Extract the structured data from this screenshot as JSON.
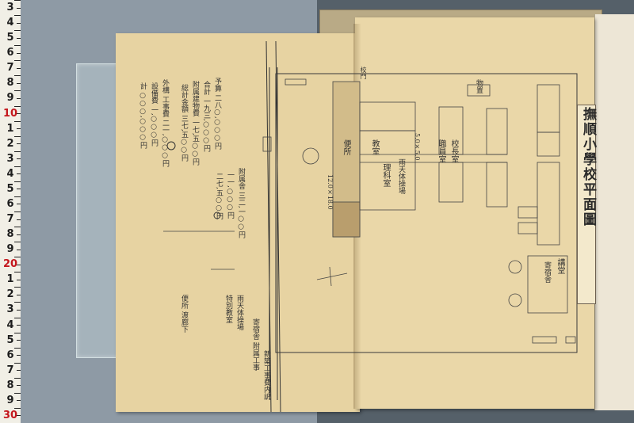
{
  "ruler": {
    "numbers": [
      "3",
      "4",
      "5",
      "6",
      "7",
      "8",
      "9",
      "10",
      "1",
      "2",
      "3",
      "4",
      "5",
      "6",
      "7",
      "8",
      "9",
      "20",
      "1",
      "2",
      "3",
      "4",
      "5",
      "6",
      "7",
      "8",
      "9",
      "30"
    ]
  },
  "document": {
    "title": "撫順小學校平面圖",
    "left_page": {
      "col1": "予算  二八○,○○○円",
      "col2": "合計  一九三,○○○円",
      "col3": "附属建物費  一七,五○○円",
      "col4": "総計金額  三七,五○○円",
      "col5": "外構  工事費  二一,○○○円",
      "col6": "設備費  一,○○○円",
      "col7": "計  ○○○,○○○円",
      "col8": "附属舎  三二,一○○円",
      "col9": "一一,○○○円",
      "col10": "二七,五○○円",
      "col11": "雨天体操場",
      "col12": "特別教室",
      "col13": "寄宿舎  附属工事",
      "col14": "便所  渡廊下",
      "col15": "新築工事費内訳"
    },
    "right_page": {
      "label_a": "便所",
      "label_b": "教室",
      "label_c": "理科室",
      "label_d": "職員室",
      "label_e": "校長室",
      "label_f": "講堂",
      "label_g": "寄宿舎",
      "label_h": "物置",
      "label_i": "雨天体操場",
      "label_j": "5.0×5.0",
      "label_k": "12.0×18.0",
      "label_l": "校門"
    }
  }
}
